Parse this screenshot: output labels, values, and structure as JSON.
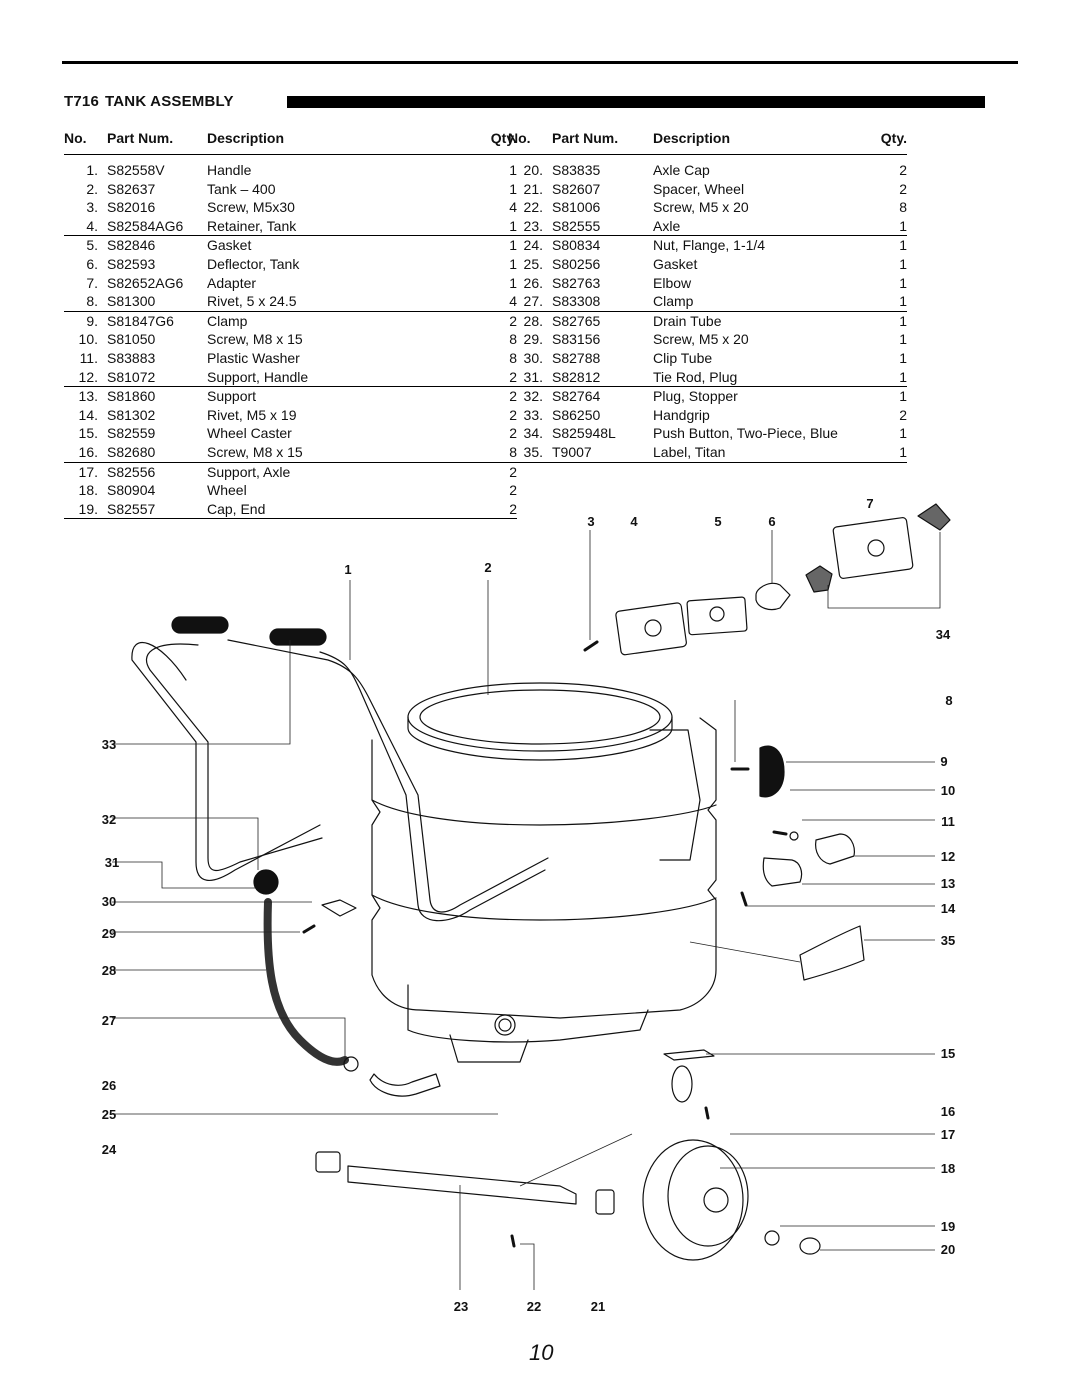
{
  "header": {
    "model": "T716",
    "title": "TANK ASSEMBLY"
  },
  "columns": {
    "no": "No.",
    "part": "Part Num.",
    "description": "Description",
    "qty": "Qty."
  },
  "parts_left": [
    {
      "no": "1.",
      "part": "S82558V",
      "desc": "Handle",
      "qty": "1"
    },
    {
      "no": "2.",
      "part": "S82637",
      "desc": "Tank – 400",
      "qty": "1"
    },
    {
      "no": "3.",
      "part": "S82016",
      "desc": "Screw, M5x30",
      "qty": "4"
    },
    {
      "no": "4.",
      "part": "S82584AG6",
      "desc": "Retainer, Tank",
      "qty": "1"
    },
    {
      "no": "5.",
      "part": "S82846",
      "desc": "Gasket",
      "qty": "1"
    },
    {
      "no": "6.",
      "part": "S82593",
      "desc": "Deflector, Tank",
      "qty": "1"
    },
    {
      "no": "7.",
      "part": "S82652AG6",
      "desc": "Adapter",
      "qty": "1"
    },
    {
      "no": "8.",
      "part": "S81300",
      "desc": "Rivet, 5 x 24.5",
      "qty": "4"
    },
    {
      "no": "9.",
      "part": "S81847G6",
      "desc": "Clamp",
      "qty": "2"
    },
    {
      "no": "10.",
      "part": "S81050",
      "desc": "Screw, M8 x 15",
      "qty": "8"
    },
    {
      "no": "11.",
      "part": "S83883",
      "desc": "Plastic Washer",
      "qty": "8"
    },
    {
      "no": "12.",
      "part": "S81072",
      "desc": "Support, Handle",
      "qty": "2"
    },
    {
      "no": "13.",
      "part": "S81860",
      "desc": "Support",
      "qty": "2"
    },
    {
      "no": "14.",
      "part": "S81302",
      "desc": "Rivet, M5 x 19",
      "qty": "2"
    },
    {
      "no": "15.",
      "part": "S82559",
      "desc": "Wheel Caster",
      "qty": "2"
    },
    {
      "no": "16.",
      "part": "S82680",
      "desc": "Screw, M8 x 15",
      "qty": "8"
    },
    {
      "no": "17.",
      "part": "S82556",
      "desc": "Support, Axle",
      "qty": "2"
    },
    {
      "no": "18.",
      "part": "S80904",
      "desc": "Wheel",
      "qty": "2"
    },
    {
      "no": "19.",
      "part": "S82557",
      "desc": "Cap, End",
      "qty": "2"
    }
  ],
  "parts_right": [
    {
      "no": "20.",
      "part": "S83835",
      "desc": "Axle Cap",
      "qty": "2"
    },
    {
      "no": "21.",
      "part": "S82607",
      "desc": "Spacer, Wheel",
      "qty": "2"
    },
    {
      "no": "22.",
      "part": "S81006",
      "desc": "Screw, M5 x 20",
      "qty": "8"
    },
    {
      "no": "23.",
      "part": "S82555",
      "desc": "Axle",
      "qty": "1"
    },
    {
      "no": "24.",
      "part": "S80834",
      "desc": "Nut, Flange, 1-1/4",
      "qty": "1"
    },
    {
      "no": "25.",
      "part": "S80256",
      "desc": "Gasket",
      "qty": "1"
    },
    {
      "no": "26.",
      "part": "S82763",
      "desc": "Elbow",
      "qty": "1"
    },
    {
      "no": "27.",
      "part": "S83308",
      "desc": "Clamp",
      "qty": "1"
    },
    {
      "no": "28.",
      "part": "S82765",
      "desc": "Drain Tube",
      "qty": "1"
    },
    {
      "no": "29.",
      "part": "S83156",
      "desc": "Screw, M5 x 20",
      "qty": "1"
    },
    {
      "no": "30.",
      "part": "S82788",
      "desc": "Clip Tube",
      "qty": "1"
    },
    {
      "no": "31.",
      "part": "S82812",
      "desc": "Tie Rod, Plug",
      "qty": "1"
    },
    {
      "no": "32.",
      "part": "S82764",
      "desc": "Plug, Stopper",
      "qty": "1"
    },
    {
      "no": "33.",
      "part": "S86250",
      "desc": "Handgrip",
      "qty": "2"
    },
    {
      "no": "34.",
      "part": "S825948L",
      "desc": "Push Button, Two-Piece, Blue",
      "qty": "1"
    },
    {
      "no": "35.",
      "part": "T9007",
      "desc": "Label, Titan",
      "qty": "1"
    }
  ],
  "callouts": [
    "1",
    "2",
    "3",
    "4",
    "5",
    "6",
    "7",
    "8",
    "9",
    "10",
    "11",
    "12",
    "13",
    "14",
    "15",
    "16",
    "17",
    "18",
    "19",
    "20",
    "21",
    "22",
    "23",
    "24",
    "25",
    "26",
    "27",
    "28",
    "29",
    "30",
    "31",
    "32",
    "33",
    "34",
    "35"
  ],
  "page_number": "10"
}
